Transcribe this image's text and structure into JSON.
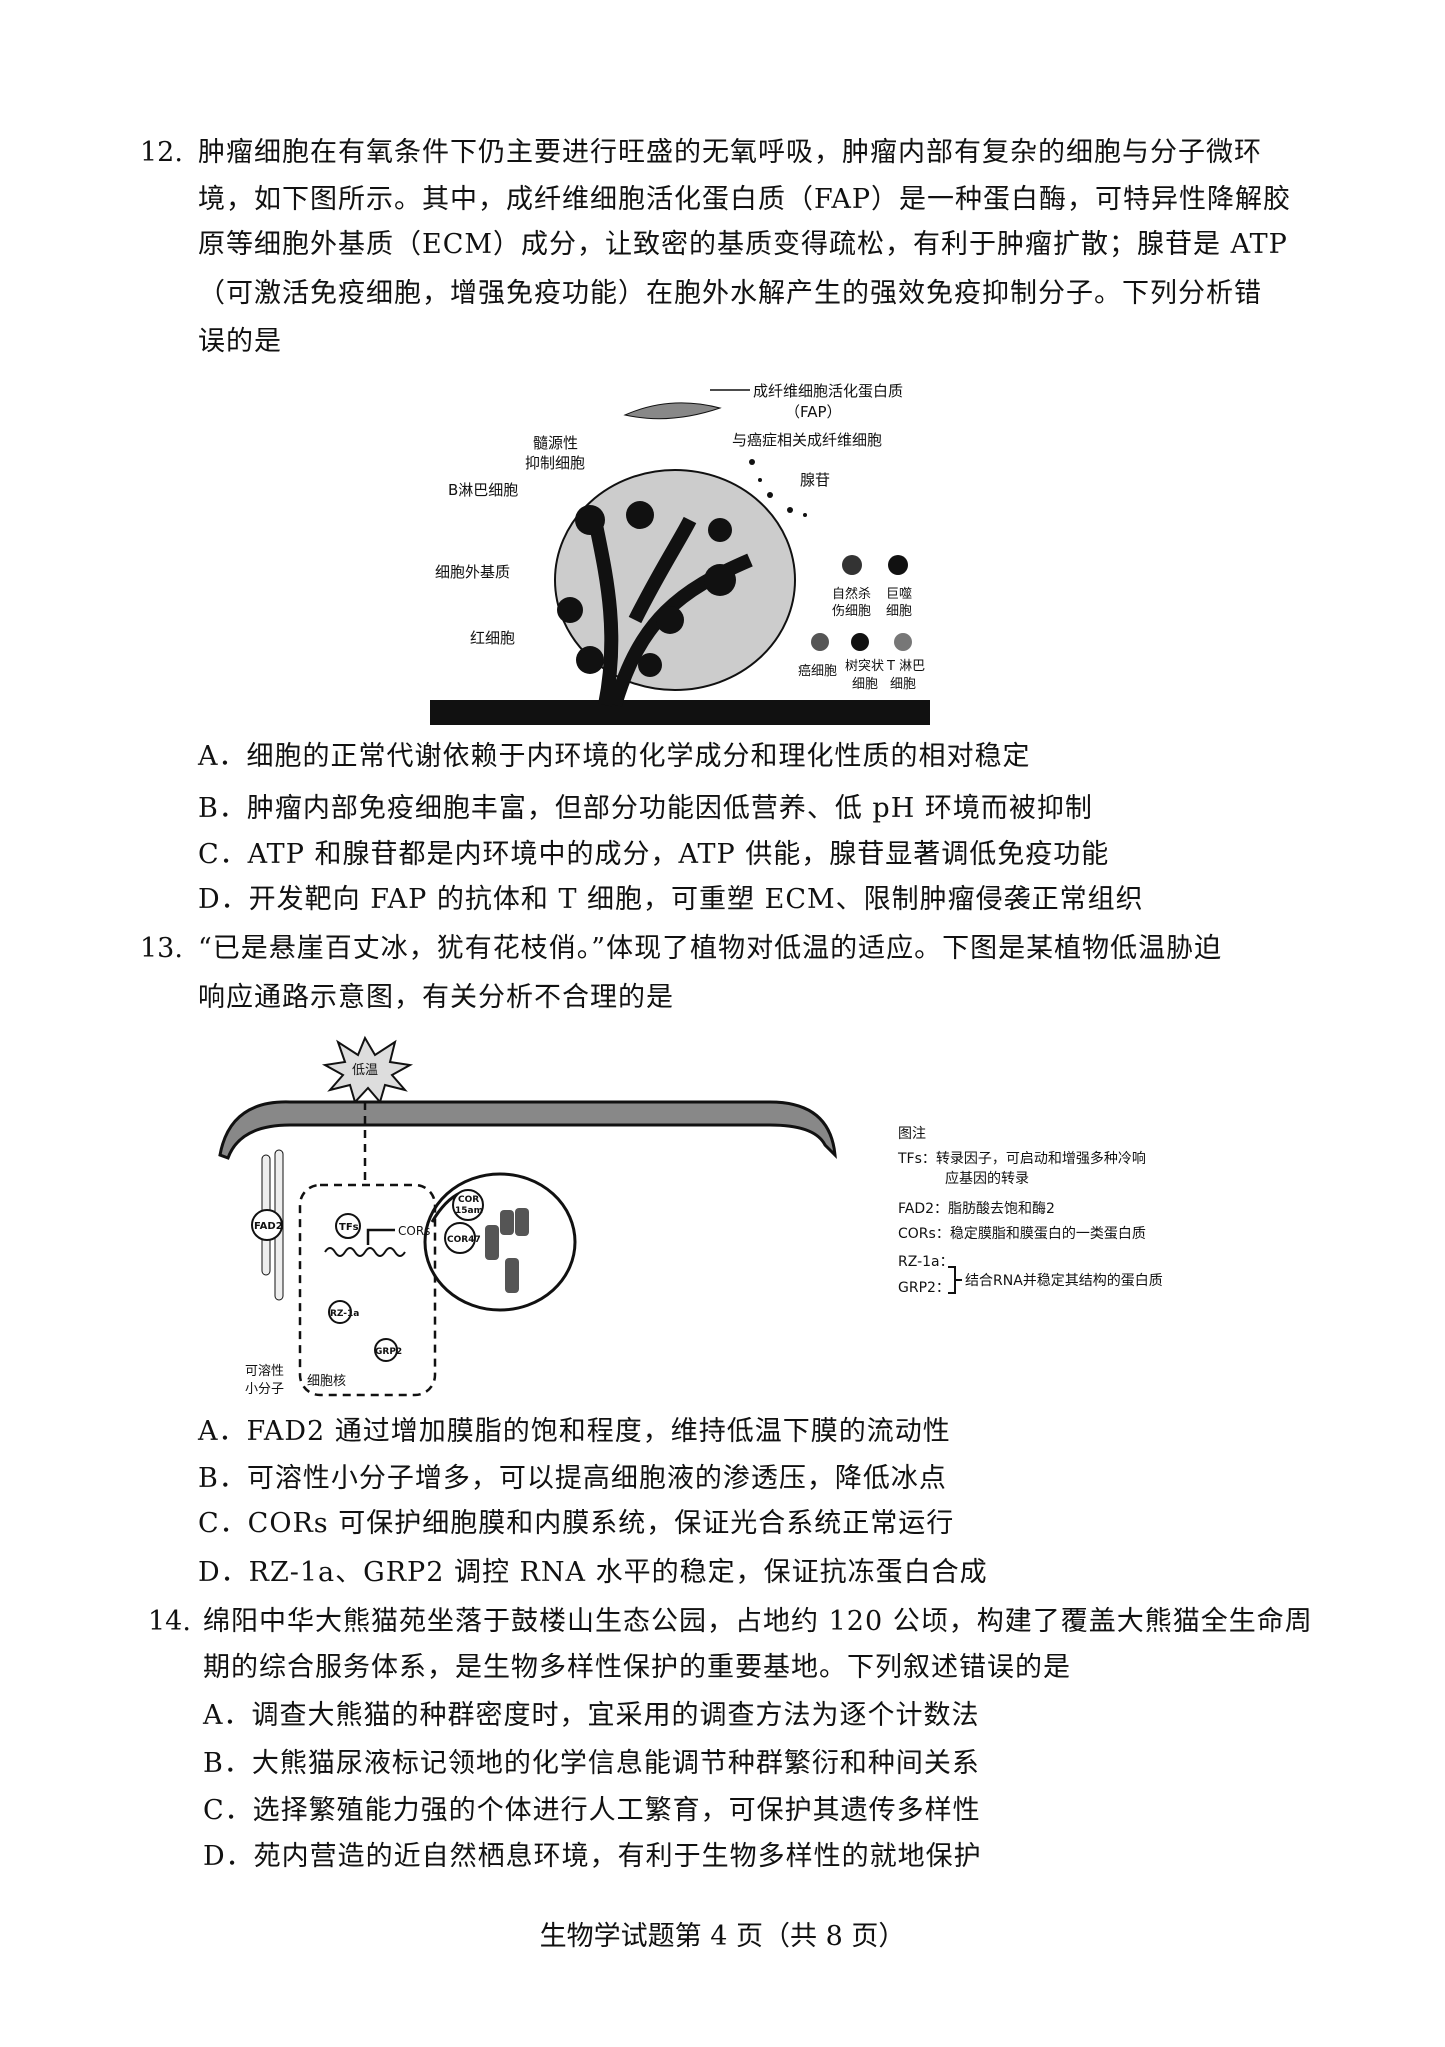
{
  "q12": {
    "number": "12.",
    "lines": [
      "肿瘤细胞在有氧条件下仍主要进行旺盛的无氧呼吸，肿瘤内部有复杂的细胞与分子微环",
      "境，如下图所示。其中，成纤维细胞活化蛋白质（FAP）是一种蛋白酶，可特异性降解胶",
      "原等细胞外基质（ECM）成分，让致密的基质变得疏松，有利于肿瘤扩散；腺苷是 ATP",
      "（可激活免疫细胞，增强免疫功能）在胞外水解产生的强效免疫抑制分子。下列分析错",
      "误的是"
    ],
    "figure": {
      "fap": "成纤维细胞活化蛋白质",
      "fap_abbr": "（FAP）",
      "caf": "与癌症相关成纤维细胞",
      "adenosine": "腺苷",
      "mdsc_1": "髓源性",
      "mdsc_2": "抑制细胞",
      "b_cell": "B淋巴细胞",
      "ecm": "细胞外基质",
      "rbc": "红细胞",
      "nk_1": "自然杀",
      "nk_2": "伤细胞",
      "macro_1": "巨噬",
      "macro_2": "细胞",
      "cancer": "癌细胞",
      "dc_1": "树突状",
      "dc_2": "细胞",
      "t_1": "T 淋巴",
      "t_2": "细胞"
    },
    "options": [
      "A．细胞的正常代谢依赖于内环境的化学成分和理化性质的相对稳定",
      "B．肿瘤内部免疫细胞丰富，但部分功能因低营养、低 pH 环境而被抑制",
      "C．ATP 和腺苷都是内环境中的成分，ATP 供能，腺苷显著调低免疫功能",
      "D．开发靶向 FAP 的抗体和 T 细胞，可重塑 ECM、限制肿瘤侵袭正常组织"
    ]
  },
  "q13": {
    "number": "13.",
    "lines": [
      "“已是悬崖百丈冰，犹有花枝俏。”体现了植物对低温的适应。下图是某植物低温胁迫",
      "响应通路示意图，有关分析不合理的是"
    ],
    "figure": {
      "low_temp": "低温",
      "fad2": "FAD2",
      "tfs": "TFs",
      "cors": "CORs",
      "cor15": "COR",
      "cor15b": "15am",
      "cor47": "COR47",
      "rz": "RZ-1a",
      "grp2": "GRP2",
      "soluble_1": "可溶性",
      "soluble_2": "小分子",
      "nucleus": "细胞核",
      "legend_title": "图注",
      "legend": [
        "TFs：转录因子，可启动和增强多种冷响",
        "应基因的转录",
        "FAD2：脂肪酸去饱和酶2",
        "CORs：稳定膜脂和膜蛋白的一类蛋白质",
        "RZ-1a：",
        "GRP2：",
        "结合RNA并稳定其结构的蛋白质"
      ]
    },
    "options": [
      "A．FAD2 通过增加膜脂的饱和程度，维持低温下膜的流动性",
      "B．可溶性小分子增多，可以提高细胞液的渗透压，降低冰点",
      "C．CORs 可保护细胞膜和内膜系统，保证光合系统正常运行",
      "D．RZ-1a、GRP2 调控 RNA 水平的稳定，保证抗冻蛋白合成"
    ]
  },
  "q14": {
    "number": "14.",
    "lines": [
      "绵阳中华大熊猫苑坐落于鼓楼山生态公园，占地约 120 公顷，构建了覆盖大熊猫全生命周",
      "期的综合服务体系，是生物多样性保护的重要基地。下列叙述错误的是"
    ],
    "options": [
      "A．调查大熊猫的种群密度时，宜采用的调查方法为逐个计数法",
      "B．大熊猫尿液标记领地的化学信息能调节种群繁衍和种间关系",
      "C．选择繁殖能力强的个体进行人工繁育，可保护其遗传多样性",
      "D．苑内营造的近自然栖息环境，有利于生物多样性的就地保护"
    ]
  },
  "footer": "生物学试题第 4 页（共 8 页）"
}
